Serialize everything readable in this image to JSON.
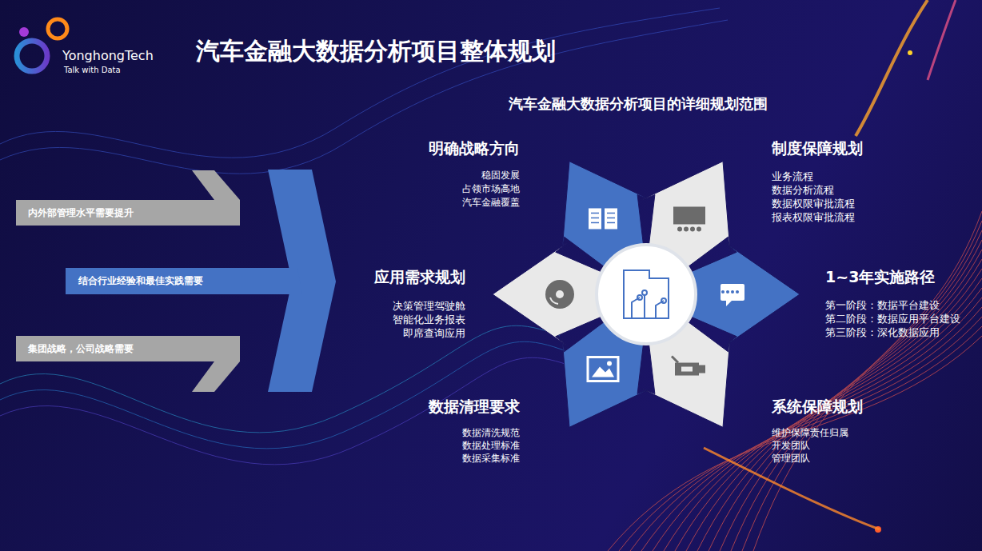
{
  "diagram": {
    "title": "汽车金融大数据分析项目整体规划",
    "nodes": [
      {
        "text": [
          "内外部管理水平需要提升"
        ]
      },
      {
        "text": [
          "结合行业经验和最佳实践需要"
        ]
      },
      {
        "text": [
          "集团战略，公司战略需要"
        ]
      }
    ],
    "labels": [
      "YonghongTech",
      "Talk with Data",
      "汽车金融大数据分析项目的详细规划范围",
      "明确战略方向",
      "稳固发展",
      "占领市场高地",
      "汽车金融覆盖",
      "制度保障规划",
      "业务流程",
      "数据分析流程",
      "数据权限审批流程",
      "报表权限审批流程",
      "应用需求规划",
      "决策管理驾驶舱",
      "智能化业务报表",
      "即席查询应用",
      "1~3年实施路径",
      "第一阶段：数据平台建设",
      "第二阶段：数据应用平台建设",
      "第三阶段：深化数据应用",
      "数据清理要求",
      "数据清洗规范",
      "数据处理标准",
      "数据采集标准",
      "系统保障规划",
      "维护保障责任归属",
      "开发团队",
      "管理团队"
    ]
  }
}
